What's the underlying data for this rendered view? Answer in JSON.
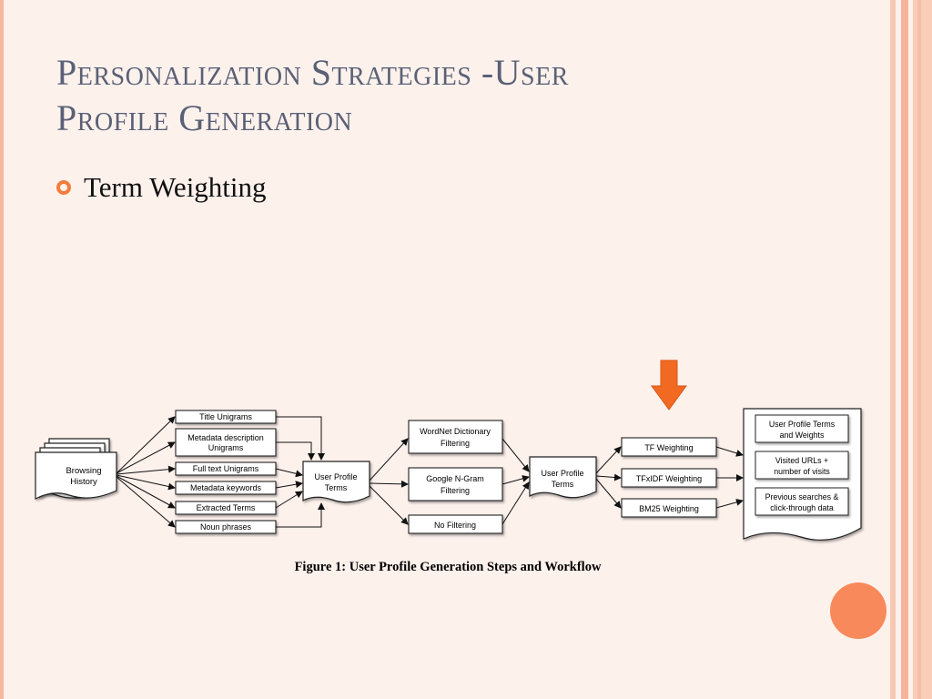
{
  "slide": {
    "title_line1": "Personalization Strategies -User",
    "title_line2": "Profile Generation",
    "bullet": "Term Weighting"
  },
  "colors": {
    "background": "#fdf1ec",
    "title": "#5a6176",
    "accent": "#f47c3c",
    "arrow_marker": "#f26a21",
    "corner_circle": "#f7895a"
  },
  "diagram": {
    "source": [
      "Browsing",
      "History"
    ],
    "sources": [
      "Title Unigrams",
      "Metadata description",
      "Unigrams",
      "Full text Unigrams",
      "Metadata keywords",
      "Extracted Terms",
      "Noun phrases"
    ],
    "profile_terms": [
      "User Profile",
      "Terms"
    ],
    "filters": [
      "WordNet Dictionary",
      "Filtering",
      "Google N-Gram",
      "Filtering",
      "No Filtering"
    ],
    "profile_terms2": [
      "User Profile",
      "Terms"
    ],
    "weightings": [
      "TF Weighting",
      "TFxIDF Weighting",
      "BM25 Weighting"
    ],
    "outputs": [
      "User Profile Terms",
      "and Weights",
      "Visited URLs +",
      "number of visits",
      "Previous searches &",
      "click-through data"
    ],
    "caption": "Figure 1:  User Profile Generation Steps and Workflow"
  }
}
